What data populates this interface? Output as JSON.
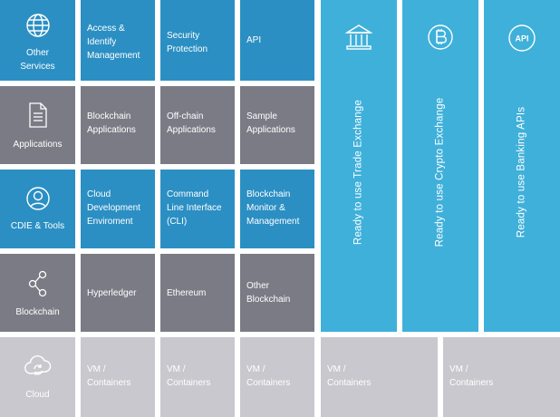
{
  "rows": [
    {
      "label": "Other\nServices",
      "icon": "globe-icon",
      "color": "#2b8fc3",
      "cells": [
        "Access &\nIdentify\nManagement",
        "Security\nProtection",
        "API"
      ]
    },
    {
      "label": "Applications",
      "icon": "document-icon",
      "color": "#7b7b85",
      "cells": [
        "Blockchain\nApplications",
        "Off-chain\nApplications",
        "Sample\nApplications"
      ]
    },
    {
      "label": "CDIE & Tools",
      "icon": "user-icon",
      "color": "#2b8fc3",
      "cells": [
        "Cloud\nDevelopment\nEnviroment",
        "Command\nLine Interface\n(CLI)",
        "Blockchain\nMonitor &\nManagement"
      ]
    },
    {
      "label": "Blockchain",
      "icon": "share-icon",
      "color": "#7b7b85",
      "cells": [
        "Hyperledger",
        "Ethereum",
        "Other\nBlockchain"
      ]
    }
  ],
  "columns": [
    {
      "label": "Ready to use Trade Exchange",
      "icon": "bank-icon"
    },
    {
      "label": "Ready to use Crypto Exchange",
      "icon": "bitcoin-icon"
    },
    {
      "label": "Ready to use Banking APIs",
      "icon": "api-icon",
      "icon_text": "API"
    }
  ],
  "cloud": {
    "label": "Cloud",
    "icon": "cloud-icon",
    "cells": [
      "VM /\nContainers",
      "VM /\nContainers",
      "VM /\nContainers",
      "VM /\nContainers",
      "VM /\nContainers"
    ]
  }
}
